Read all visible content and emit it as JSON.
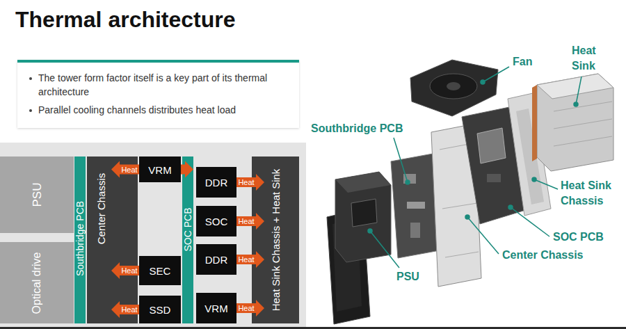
{
  "diagram": {
    "title": "Thermal architecture",
    "nodes": [
      {
        "text": [
          "The tower form factor itself is a key part of its thermal architecture",
          "Parallel cooling channels distributes heat load"
        ]
      },
      {
        "text": [
          "PSU"
        ]
      },
      {
        "text": [
          "Optical drive"
        ]
      },
      {
        "text": [
          "Southbridge PCB"
        ]
      },
      {
        "text": [
          "Center Chassis"
        ]
      },
      {
        "text": [
          "VRM"
        ]
      },
      {
        "text": [
          "SEC"
        ]
      },
      {
        "text": [
          "SSD"
        ]
      },
      {
        "text": [
          "SOC PCB"
        ]
      },
      {
        "text": [
          "DDR"
        ]
      },
      {
        "text": [
          "SOC"
        ]
      },
      {
        "text": [
          "DDR"
        ]
      },
      {
        "text": [
          "VRM"
        ]
      },
      {
        "text": [
          "Heat Sink Chassis + Heat Sink"
        ]
      }
    ],
    "edges": [
      {
        "from": 5,
        "to": 4,
        "label": "Heat",
        "arrow": "to"
      },
      {
        "from": 5,
        "to": 8,
        "arrow": "to"
      },
      {
        "from": 6,
        "to": 4,
        "label": "Heat",
        "arrow": "to"
      },
      {
        "from": 7,
        "to": 4,
        "label": "Heat",
        "arrow": "to"
      },
      {
        "from": 9,
        "to": 13,
        "label": "Heat",
        "arrow": "to"
      },
      {
        "from": 10,
        "to": 13,
        "label": "Heat",
        "arrow": "to"
      },
      {
        "from": 11,
        "to": 13,
        "label": "Heat",
        "arrow": "to"
      },
      {
        "from": 12,
        "to": 13,
        "label": "Heat",
        "arrow": "to"
      }
    ],
    "labels": [
      "Heat Sink",
      "Fan",
      "Southbridge PCB",
      "Heat Sink Chassis",
      "SOC PCB",
      "Center Chassis",
      "PSU"
    ]
  }
}
